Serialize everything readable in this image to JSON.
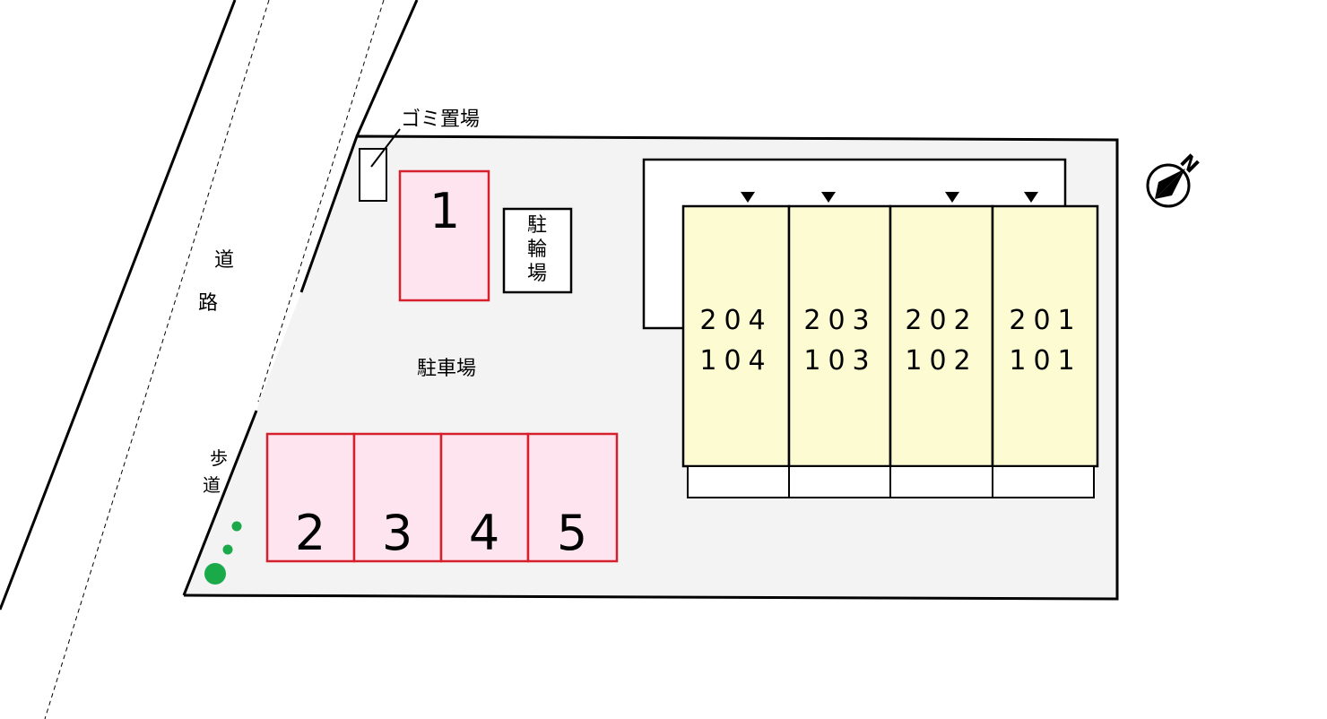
{
  "labels": {
    "garbage": "ゴミ置場",
    "bicycle": [
      "駐",
      "輪",
      "場"
    ],
    "parking": "駐車場",
    "road": [
      "道",
      "路"
    ],
    "sidewalk": [
      "歩",
      "道"
    ],
    "north": "N"
  },
  "parking_spaces": [
    "1",
    "2",
    "3",
    "4",
    "5"
  ],
  "units": [
    {
      "upper": "204",
      "lower": "104"
    },
    {
      "upper": "203",
      "lower": "103"
    },
    {
      "upper": "202",
      "lower": "102"
    },
    {
      "upper": "201",
      "lower": "101"
    }
  ],
  "colors": {
    "lot": "#f3f3f3",
    "parking_fill": "#fde4ee",
    "parking_border": "#d6202c",
    "building_fill": "#fdfbd2",
    "tree": "#1aaa4a",
    "line": "#000000"
  }
}
